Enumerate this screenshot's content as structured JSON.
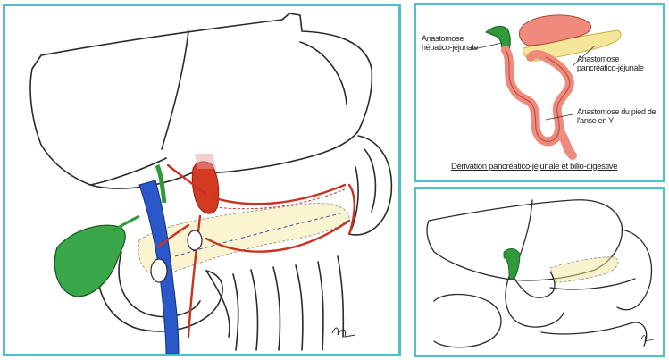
{
  "labels": {
    "hepatico": "Anastomose hépatico-jéjunale",
    "pancreatico": "Anastomose pancréatico-jéjunale",
    "pied_anse": "Anastomose du pied de l'anse en Y"
  },
  "caption": "Dérivation pancréatico-jéjunale et bilio-digestive",
  "colors": {
    "frame": "#4fc0c8",
    "bile_duct": "#2f9a3c",
    "gallbladder": "#3aa84a",
    "vena_cava": "#2a58c8",
    "artery": "#c8321e",
    "pancreas": "#f4e79a",
    "jejunum": "#f08a7c"
  }
}
